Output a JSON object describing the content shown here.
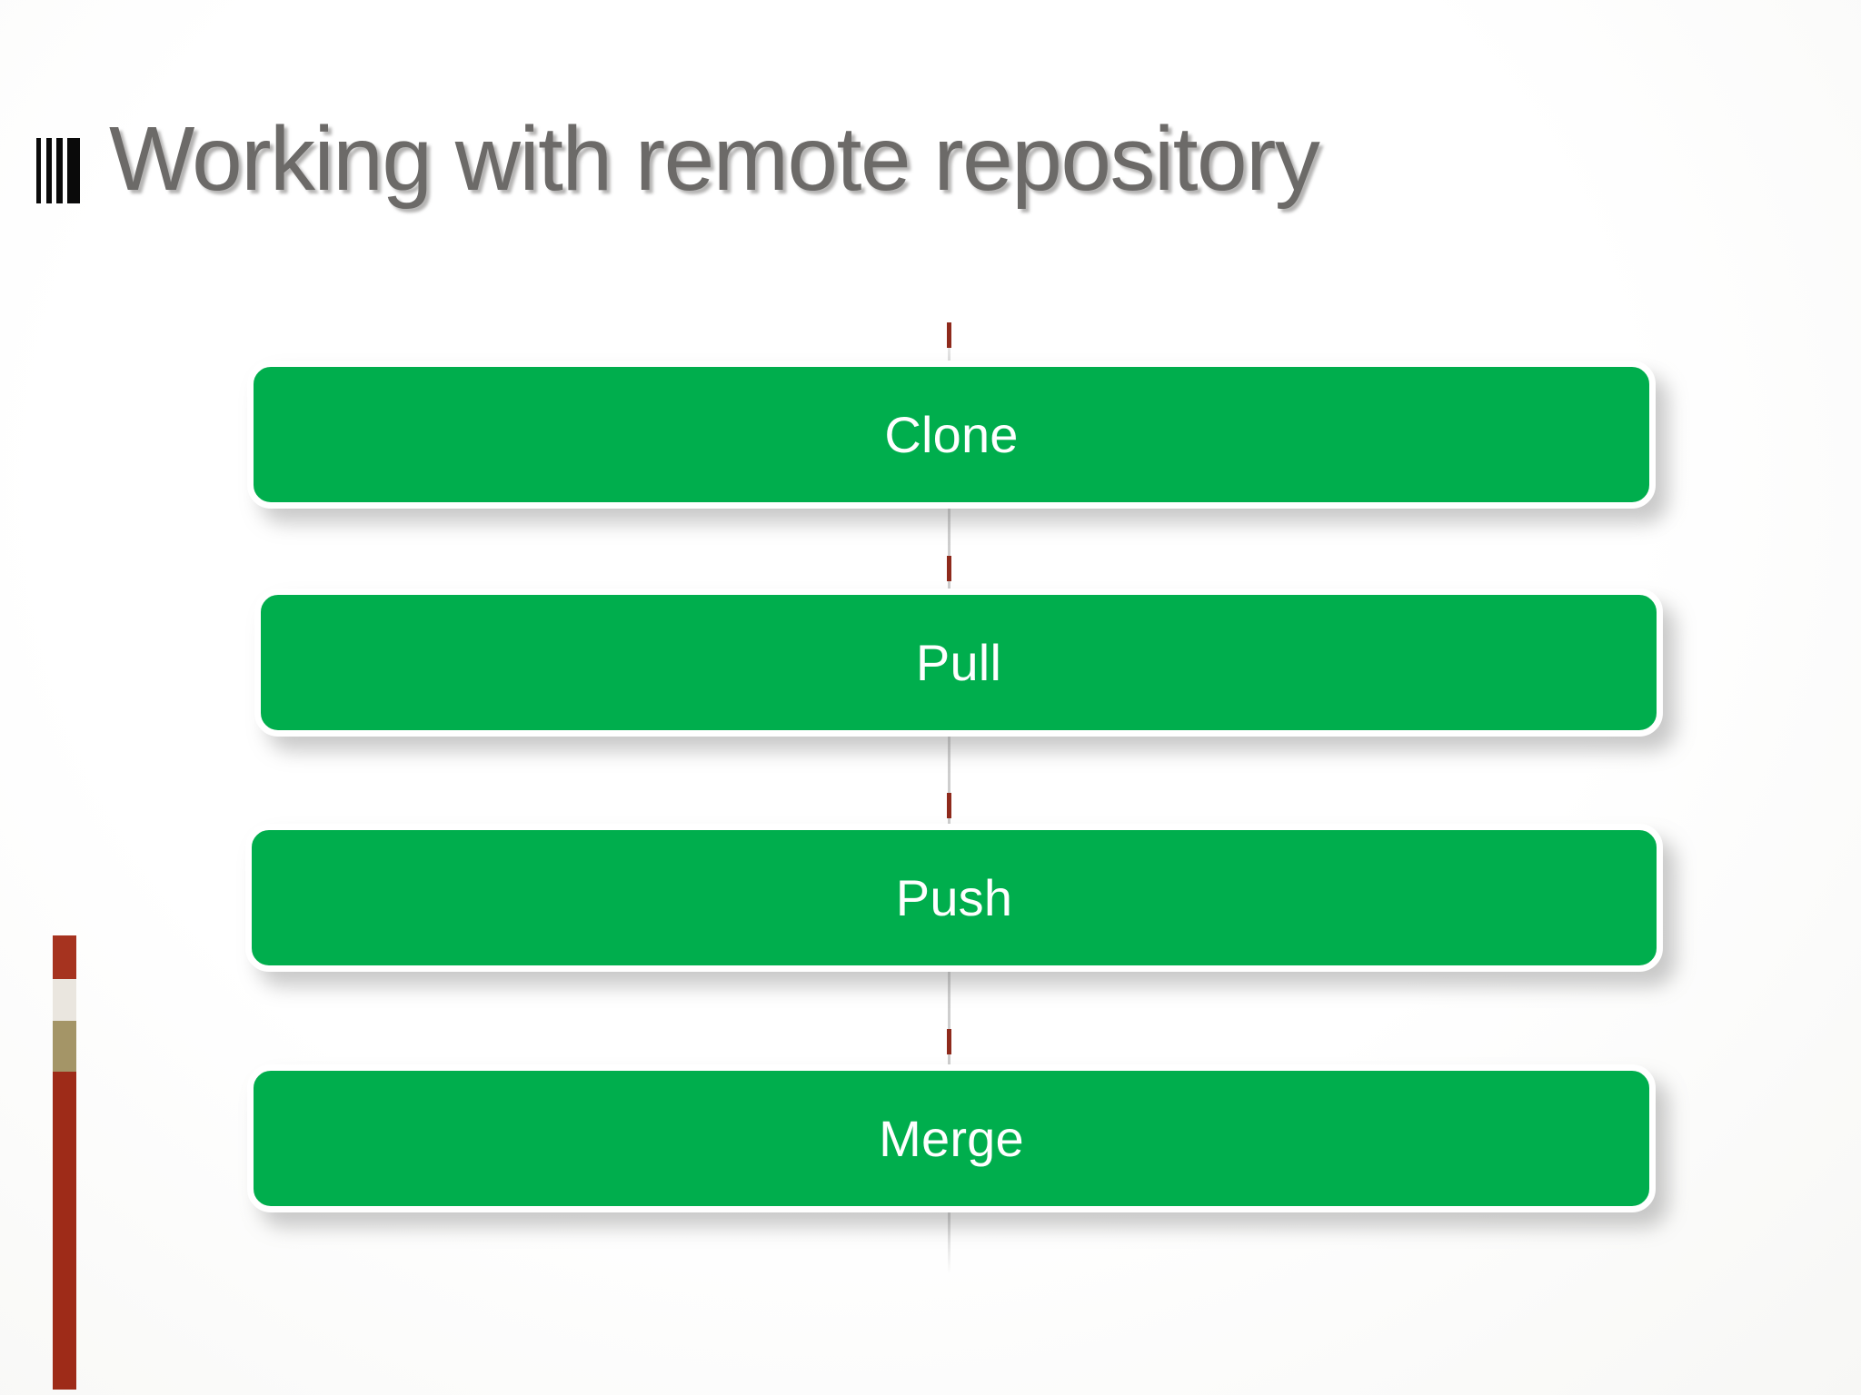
{
  "slide": {
    "title": "Working with remote repository",
    "background_color": "#ffffff",
    "title_color": "#6c6a68",
    "accent_color": "#00ae4d",
    "connector_color": "#8e2a1c"
  },
  "decor": {
    "title_mark": "four-vertical-bars-icon",
    "edge_stripe": {
      "name": "left-edge-stripe",
      "segments": [
        {
          "name": "stripe-segment-red-top",
          "color": "#a6331f"
        },
        {
          "name": "stripe-segment-cream",
          "color": "#eae6df"
        },
        {
          "name": "stripe-segment-khaki",
          "color": "#a49567"
        },
        {
          "name": "stripe-segment-red-bottom",
          "color": "#9e2b18"
        }
      ]
    }
  },
  "diagram": {
    "type": "vertical-process-list",
    "connector": {
      "name": "vertical-connector-line",
      "tick_count": 4
    },
    "nodes": [
      {
        "label": "Clone"
      },
      {
        "label": "Pull"
      },
      {
        "label": "Push"
      },
      {
        "label": "Merge"
      }
    ]
  }
}
